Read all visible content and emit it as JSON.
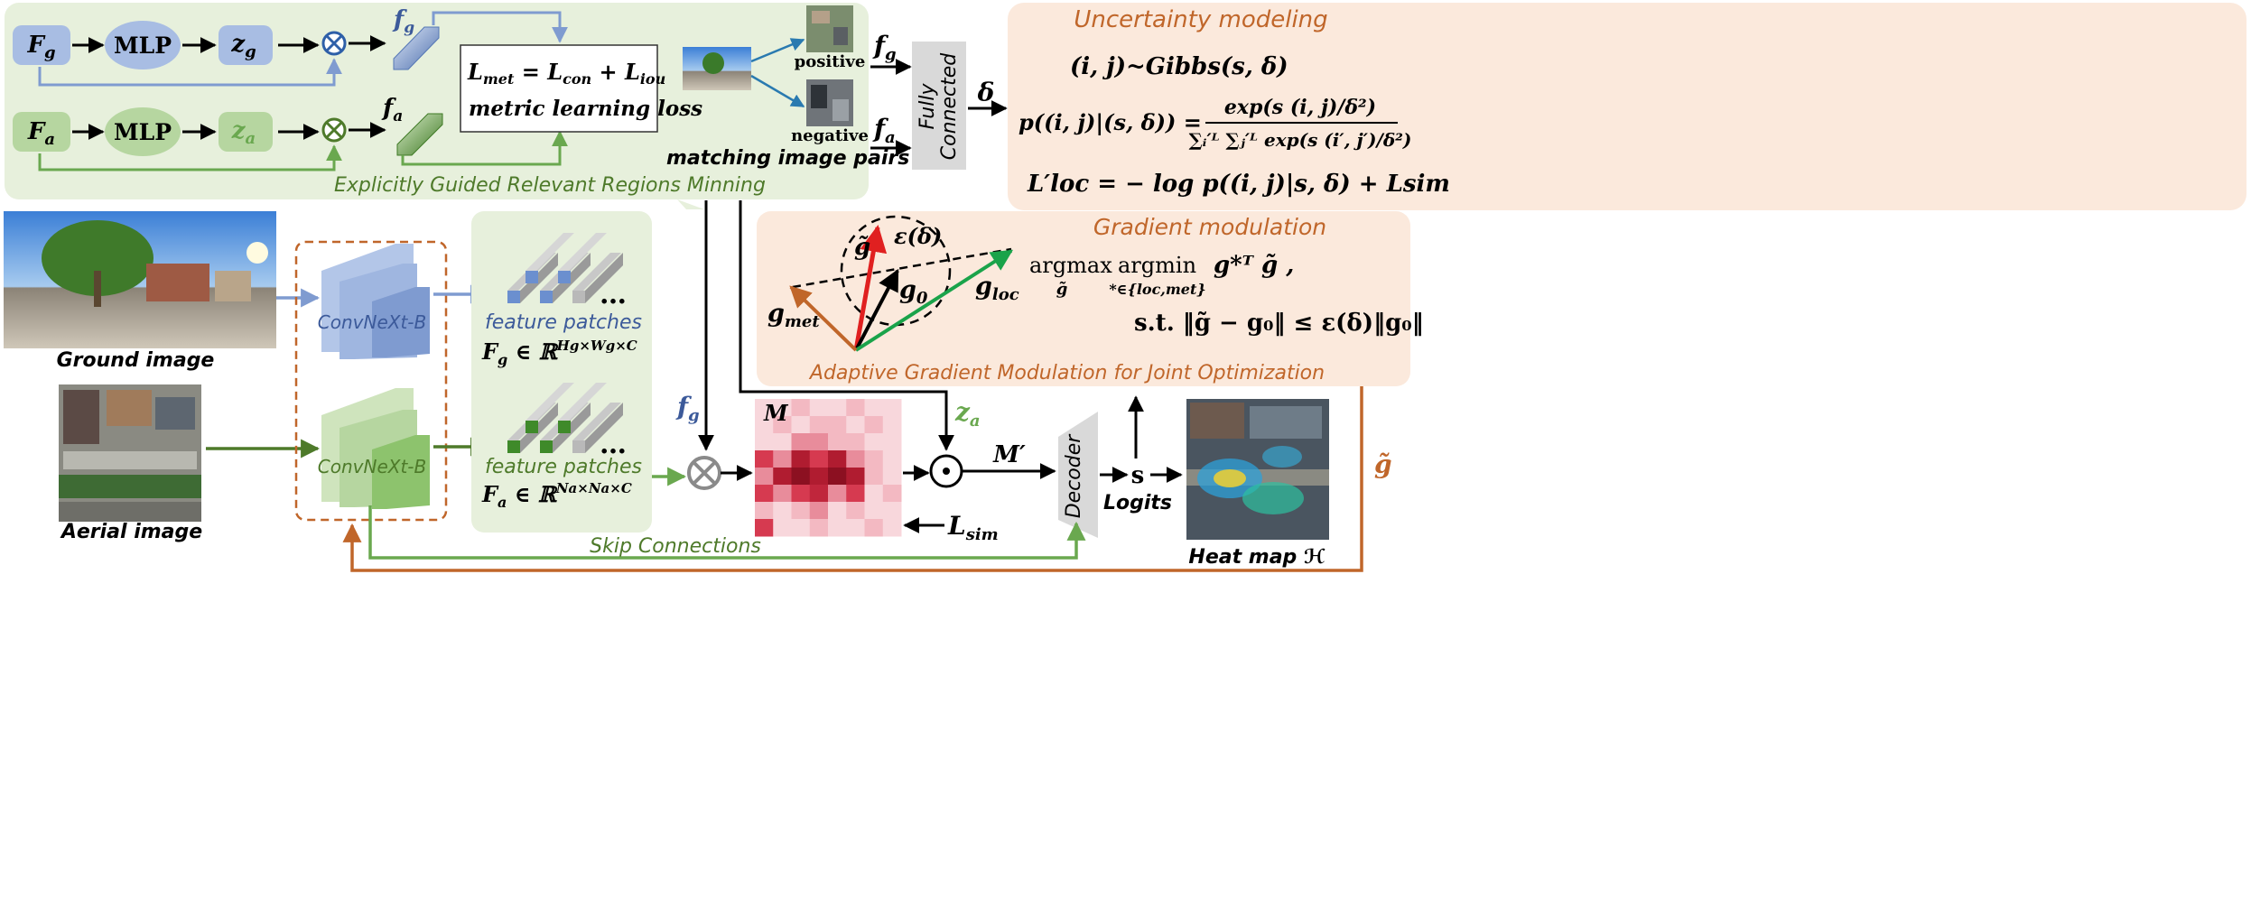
{
  "top_left": {
    "fg_input": "F_g",
    "fa_input": "F_a",
    "mlp_label": "MLP",
    "zg": "z_g",
    "za": "z_a",
    "fg_out": "f_g",
    "fa_out": "f_a",
    "loss_line1_lhs": "L_met",
    "loss_line1_rhs": "= L_con + L_iou",
    "loss_line2": "metric learning loss",
    "caption": "Explicitly Guided Relevant Regions Minning"
  },
  "matching": {
    "positive": "positive",
    "negative": "negative",
    "caption": "matching image pairs",
    "fg": "f_g",
    "fa": "f_a",
    "fc_label": "Fully Connected",
    "delta": "δ"
  },
  "uncertainty": {
    "title": "Uncertainty modeling",
    "eq1": "(i, j)~Gibbs(s, δ)",
    "eq2_lhs": "p((i, j)|(s, δ)) =",
    "eq2_num": "exp(s (i, j)/δ²)",
    "eq2_den": "∑ᵢ′ᴸ ∑ⱼ′ᴸ exp(s (i′, j′)/δ²)",
    "eq3": "L′loc = − log p((i, j)|s, δ) + Lsim"
  },
  "gradient": {
    "title": "Gradient modulation",
    "g_tilde": "g̃",
    "eps": "ε(δ)",
    "g0": "g₀",
    "gloc": "g_loc",
    "gmet": "g_met",
    "argmax": "argmax",
    "argmax_sub": "g̃",
    "argmin": "argmin",
    "argmin_sub": "*∈{loc,met}",
    "objective": "g*ᵀ g̃ ,",
    "constraint": "s.t. ‖g̃ − g₀‖ ≤ ε(δ)‖g₀‖",
    "caption": "Adaptive Gradient Modulation for Joint Optimization"
  },
  "middle": {
    "ground_caption": "Ground image",
    "aerial_caption": "Aerial image",
    "backbone": "ConvNeXt-B",
    "patches_caption": "feature patches",
    "fg_formula": "F_g ∈ ℝ^(H_g×W_g×C)",
    "fa_formula": "F_a ∈ ℝ^(N_a×N_a×C)",
    "ellipsis": "…",
    "fg_label": "f_g",
    "za_label": "z_a",
    "M_label": "M",
    "Mprime_label": "M′",
    "lsim": "L_sim",
    "decoder": "Decoder",
    "s": "s",
    "logits": "Logits",
    "heatmap_caption": "Heat map ℋ",
    "skip": "Skip Connections",
    "gtilde_side": "g̃"
  },
  "colors": {
    "blue": "#7f9bd0",
    "green": "#6aa84f",
    "orange": "#c0662a",
    "green_text": "#4e7a2a",
    "blue_text": "#3c5a9a",
    "panel_green": "#e7f0dc",
    "panel_orange": "#fbe9dc"
  }
}
